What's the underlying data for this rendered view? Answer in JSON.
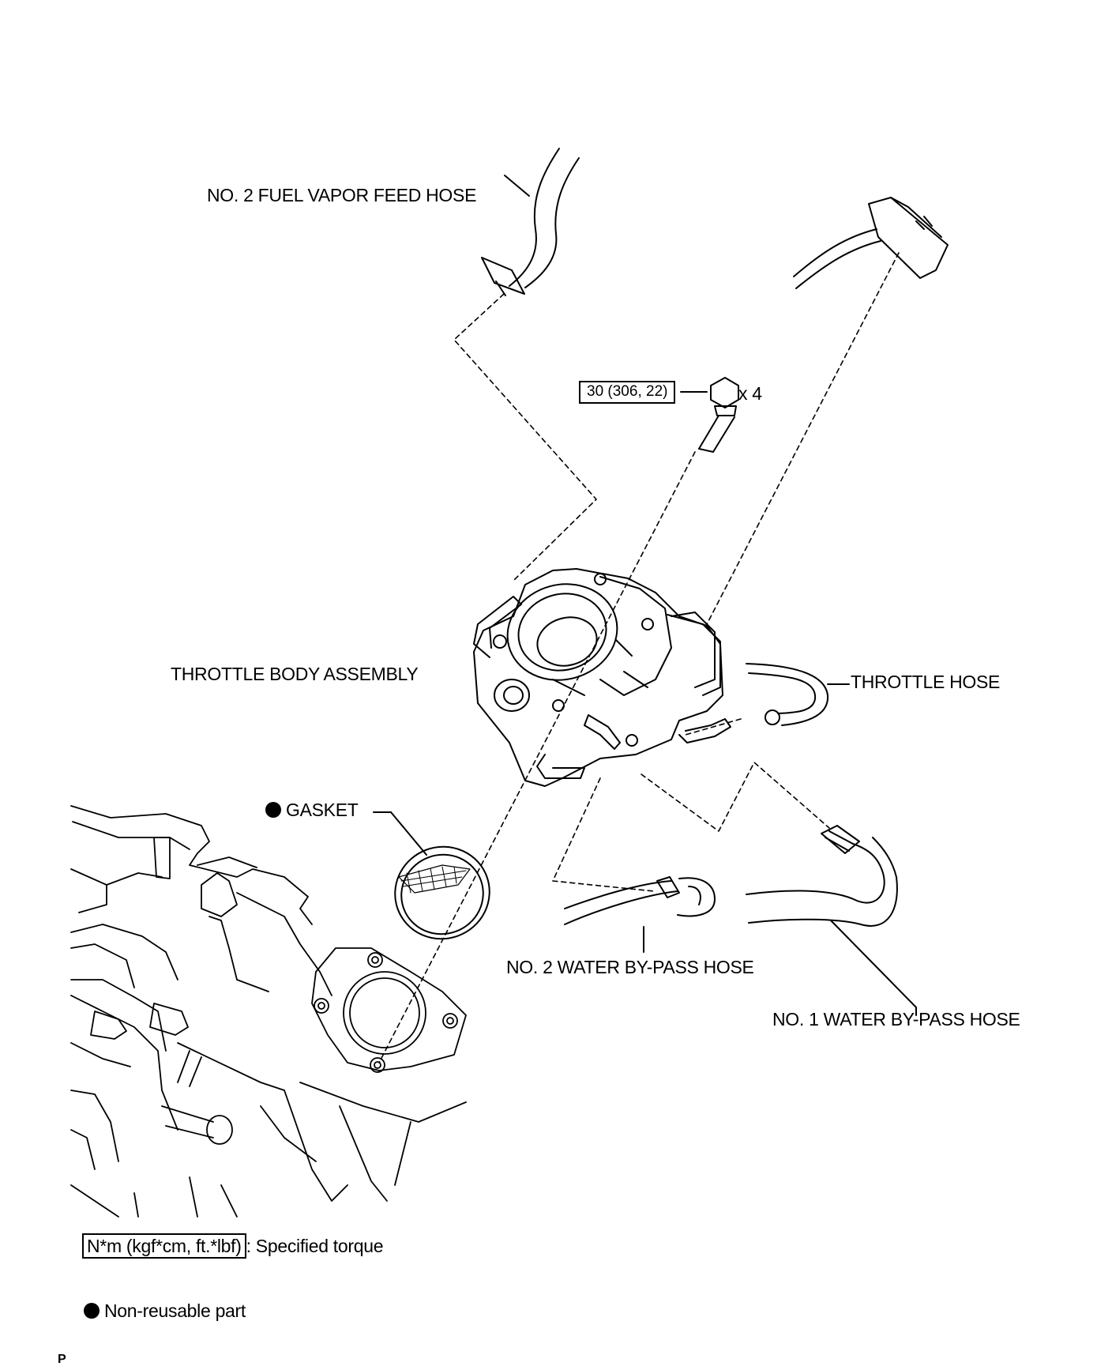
{
  "labels": {
    "fuel_vapor_hose": "NO. 2 FUEL VAPOR FEED HOSE",
    "throttle_body": "THROTTLE BODY ASSEMBLY",
    "throttle_hose": "THROTTLE HOSE",
    "gasket": "GASKET",
    "water_bypass_2": "NO. 2 WATER BY-PASS HOSE",
    "water_bypass_1": "NO. 1 WATER BY-PASS HOSE"
  },
  "bolt": {
    "torque": "30 (306, 22)",
    "quantity": "x 4"
  },
  "legend": {
    "torque_unit": "N*m (kgf*cm, ft.*lbf)",
    "torque_desc": ": Specified torque",
    "nonreusable": "Non-reusable part"
  },
  "footer_mark": "P"
}
